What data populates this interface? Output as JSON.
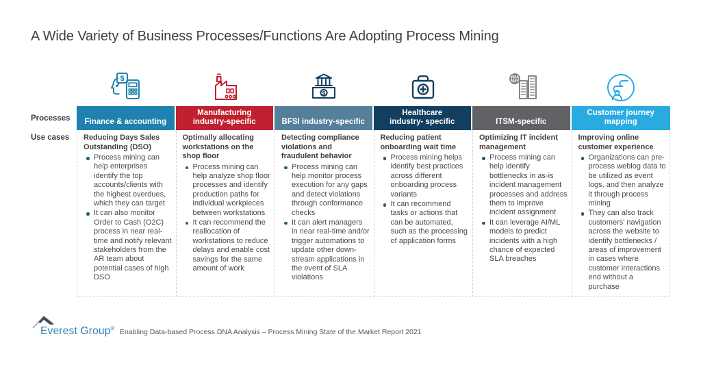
{
  "title": "A Wide Variety of Business Processes/Functions Are Adopting Process Mining",
  "row_labels": {
    "processes": "Processes",
    "use_cases": "Use cases"
  },
  "colors": {
    "title": "#3F3F3F",
    "body": "#4A4A4A",
    "bullet": "#255E7E",
    "logo": "#2F7CB4",
    "citation": "#58595B"
  },
  "columns": [
    {
      "icon": "finance-accounting-icon",
      "header": "Finance & accounting",
      "header_color": "#1F81AE",
      "icon_color": "#1F81AE",
      "use_case_title": "Reducing Days Sales Outstanding (DSO)",
      "bullets": [
        "Process mining can help enterprises identify the top accounts/clients with the highest overdues, which they can target",
        "It can also monitor Order to Cash (O2C) process in near real-time and notify relevant stakeholders from the AR team about potential cases of high DSO"
      ]
    },
    {
      "icon": "factory-icon",
      "header": "Manufacturing\nindustry-specific",
      "header_color": "#C0202F",
      "icon_color": "#C0202F",
      "use_case_title": "Optimally allocating workstations on the shop floor",
      "bullets": [
        "Process mining can help analyze shop floor processes and identify production paths for individual workpieces between workstations",
        "It can recommend the reallocation of workstations to reduce delays and enable cost savings for the same amount of work"
      ]
    },
    {
      "icon": "bank-money-icon",
      "header": "BFSI industry-specific",
      "header_color": "#56809A",
      "icon_color": "#123F60",
      "use_case_title": "Detecting compliance violations and fraudulent behavior",
      "bullets": [
        "Process mining can help monitor process execution for any gaps and detect violations through conformance checks",
        "It can alert managers in near real-time and/or trigger automations to update other down-stream applications in the event of SLA violations"
      ]
    },
    {
      "icon": "medical-bag-icon",
      "header": "Healthcare\nindustry- specific",
      "header_color": "#123F60",
      "icon_color": "#123F60",
      "use_case_title": "Reducing patient onboarding wait time",
      "bullets": [
        "Process mining helps identify best practices across different onboarding process variants",
        "It can recommend tasks or actions that can be automated, such as the processing of application forms"
      ]
    },
    {
      "icon": "it-buildings-icon",
      "header": "ITSM-specific",
      "header_color": "#616265",
      "icon_color": "#77787B",
      "use_case_title": "Optimizing IT incident management",
      "bullets": [
        "Process mining can help identify bottlenecks in as-is incident management processes and address them to improve incident assignment",
        "It can leverage AI/ML models to predict incidents with a high chance of expected SLA breaches"
      ]
    },
    {
      "icon": "customer-journey-icon",
      "header": "Customer journey\nmapping",
      "header_color": "#29ABE2",
      "icon_color": "#29ABE2",
      "use_case_title": "Improving online customer experience",
      "bullets": [
        "Organizations can pre-process weblog data to be utilized as event logs, and then analyze it through process mining",
        "They can also track customers’ navigation across the website to identify bottlenecks / areas of improvement in cases where customer interactions end without a purchase"
      ]
    }
  ],
  "footer": {
    "logo_text": "Everest Group",
    "registered_mark": "®",
    "citation": "Enabling Data-based Process DNA Analysis – Process Mining State of the Market Report 2021"
  }
}
